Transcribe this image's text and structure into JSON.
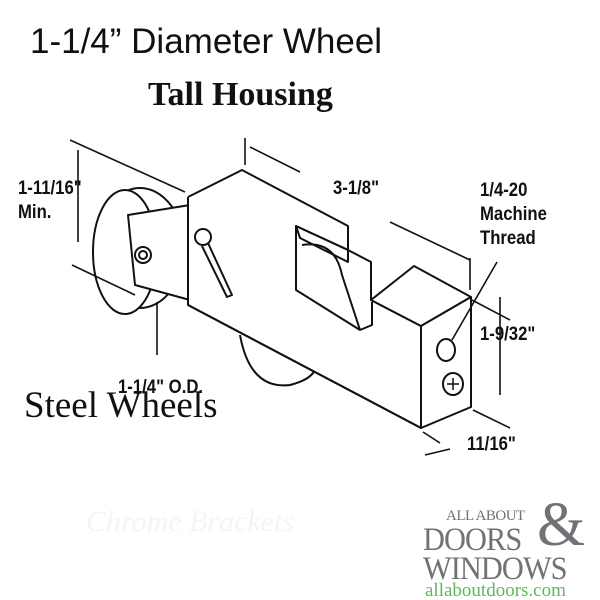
{
  "header": {
    "title": "1-1/4” Diameter Wheel",
    "subtitle": "Tall Housing"
  },
  "dimensions": {
    "height_min": "1-11/16\"",
    "height_min_suffix": "Min.",
    "length": "3-1/8\"",
    "thread_line1": "1/4-20",
    "thread_line2": "Machine",
    "thread_line3": "Thread",
    "end_height": "1-9/32\"",
    "width": "11/16\"",
    "wheel_od": "1-1/4\" O.D."
  },
  "caption": "Steel Wheels",
  "watermark": "Chrome Brackets",
  "logo": {
    "line1": "ALL ABOUT",
    "line2": "DOORS",
    "ampersand": "&",
    "line3": "WINDOWS",
    "url": "allaboutdoors.com",
    "color": "#707275",
    "url_color": "#5cb85c"
  }
}
